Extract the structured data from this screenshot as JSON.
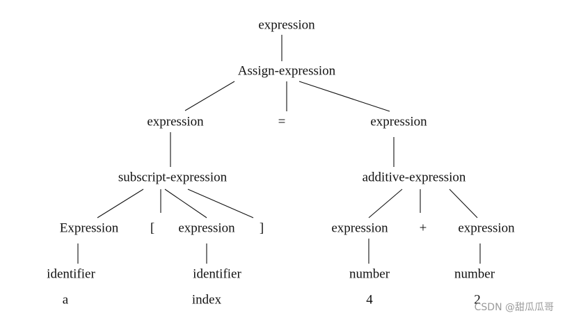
{
  "nodes": {
    "root": "expression",
    "assign": "Assign-expression",
    "lhs": "expression",
    "eq": "=",
    "rhs": "expression",
    "subscript": "subscript-expression",
    "additive": "additive-expression",
    "sub_Expression": "Expression",
    "lbracket": "[",
    "sub_expression": "expression",
    "rbracket": "]",
    "add_left": "expression",
    "plus": "+",
    "add_right": "expression",
    "id1": "identifier",
    "id2": "identifier",
    "num1": "number",
    "num2": "number",
    "leaf_a": "a",
    "leaf_index": "index",
    "leaf_4": "4",
    "leaf_2": "2"
  },
  "watermark": "CSDN @甜瓜瓜哥",
  "colors": {
    "line": "#111111",
    "text": "#111111",
    "watermark": "#9a9a9a"
  }
}
